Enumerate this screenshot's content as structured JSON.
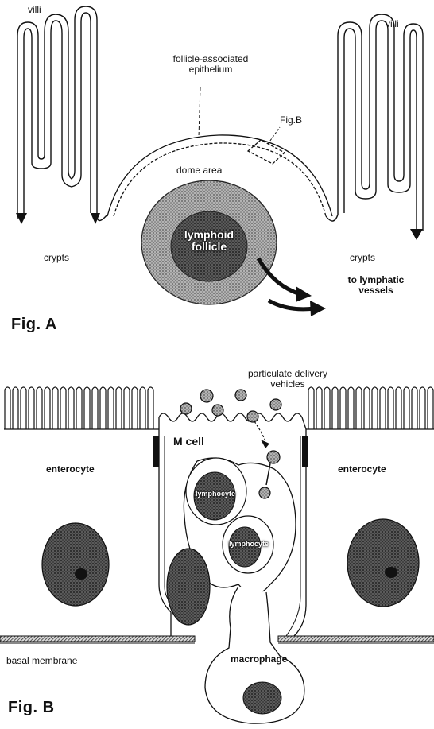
{
  "figure_a": {
    "label": "Fig. A",
    "villi_left": "villi",
    "villi_right": "villi",
    "fae": [
      "follicle-associated",
      "epithelium"
    ],
    "fig_b_ref": "Fig.B",
    "dome": "dome area",
    "follicle": [
      "lymphoid",
      "follicle"
    ],
    "crypts_left": "crypts",
    "crypts_right": "crypts",
    "lymphatic": [
      "to lymphatic",
      "vessels"
    ]
  },
  "figure_b": {
    "label": "Fig. B",
    "particulate": [
      "particulate delivery",
      "vehicles"
    ],
    "m_cell": "M cell",
    "enterocyte_left": "enterocyte",
    "enterocyte_right": "enterocyte",
    "lymphocyte_1": "lymphocyte",
    "lymphocyte_2": "lymphocyte",
    "basal": "basal membrane",
    "macrophage": "macrophage"
  },
  "colors": {
    "ink": "#111111",
    "stipple_light": "#cfcfcf",
    "stipple_mid": "#9a9a9a",
    "stipple_dark": "#4a4a4a",
    "nucleus": "#2e2e2e"
  }
}
